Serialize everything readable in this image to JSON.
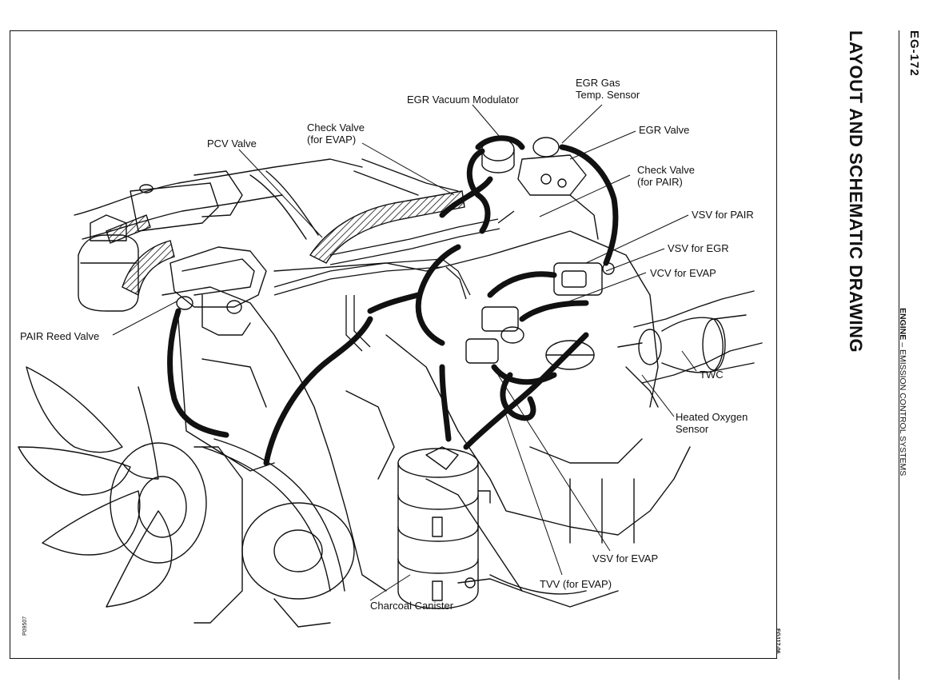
{
  "page_number": "EG-172",
  "title": "LAYOUT AND SCHEMATIC DRAWING",
  "section": {
    "chapter": "ENGINE",
    "separator": "–",
    "subject": "EMISSION CONTROL SYSTEMS"
  },
  "figure_code": "P09507",
  "part_code": "EG117-06",
  "labels": {
    "egr_vacuum_modulator": "EGR Vacuum Modulator",
    "egr_gas_temp_sensor": "EGR Gas\nTemp. Sensor",
    "egr_valve": "EGR Valve",
    "check_valve_evap": "Check Valve\n(for EVAP)",
    "pcv_valve": "PCV Valve",
    "check_valve_pair": "Check Valve\n(for PAIR)",
    "vsv_pair": "VSV for PAIR",
    "vsv_egr": "VSV for EGR",
    "vcv_evap": "VCV for EVAP",
    "pair_reed_valve": "PAIR Reed Valve",
    "twc": "TWC",
    "heated_oxygen_sensor": "Heated Oxygen\nSensor",
    "vsv_evap": "VSV for EVAP",
    "tvv_evap": "TVV (for EVAP)",
    "charcoal_canister": "Charcoal Canister"
  },
  "colors": {
    "ink": "#111111",
    "paper": "#ffffff"
  }
}
